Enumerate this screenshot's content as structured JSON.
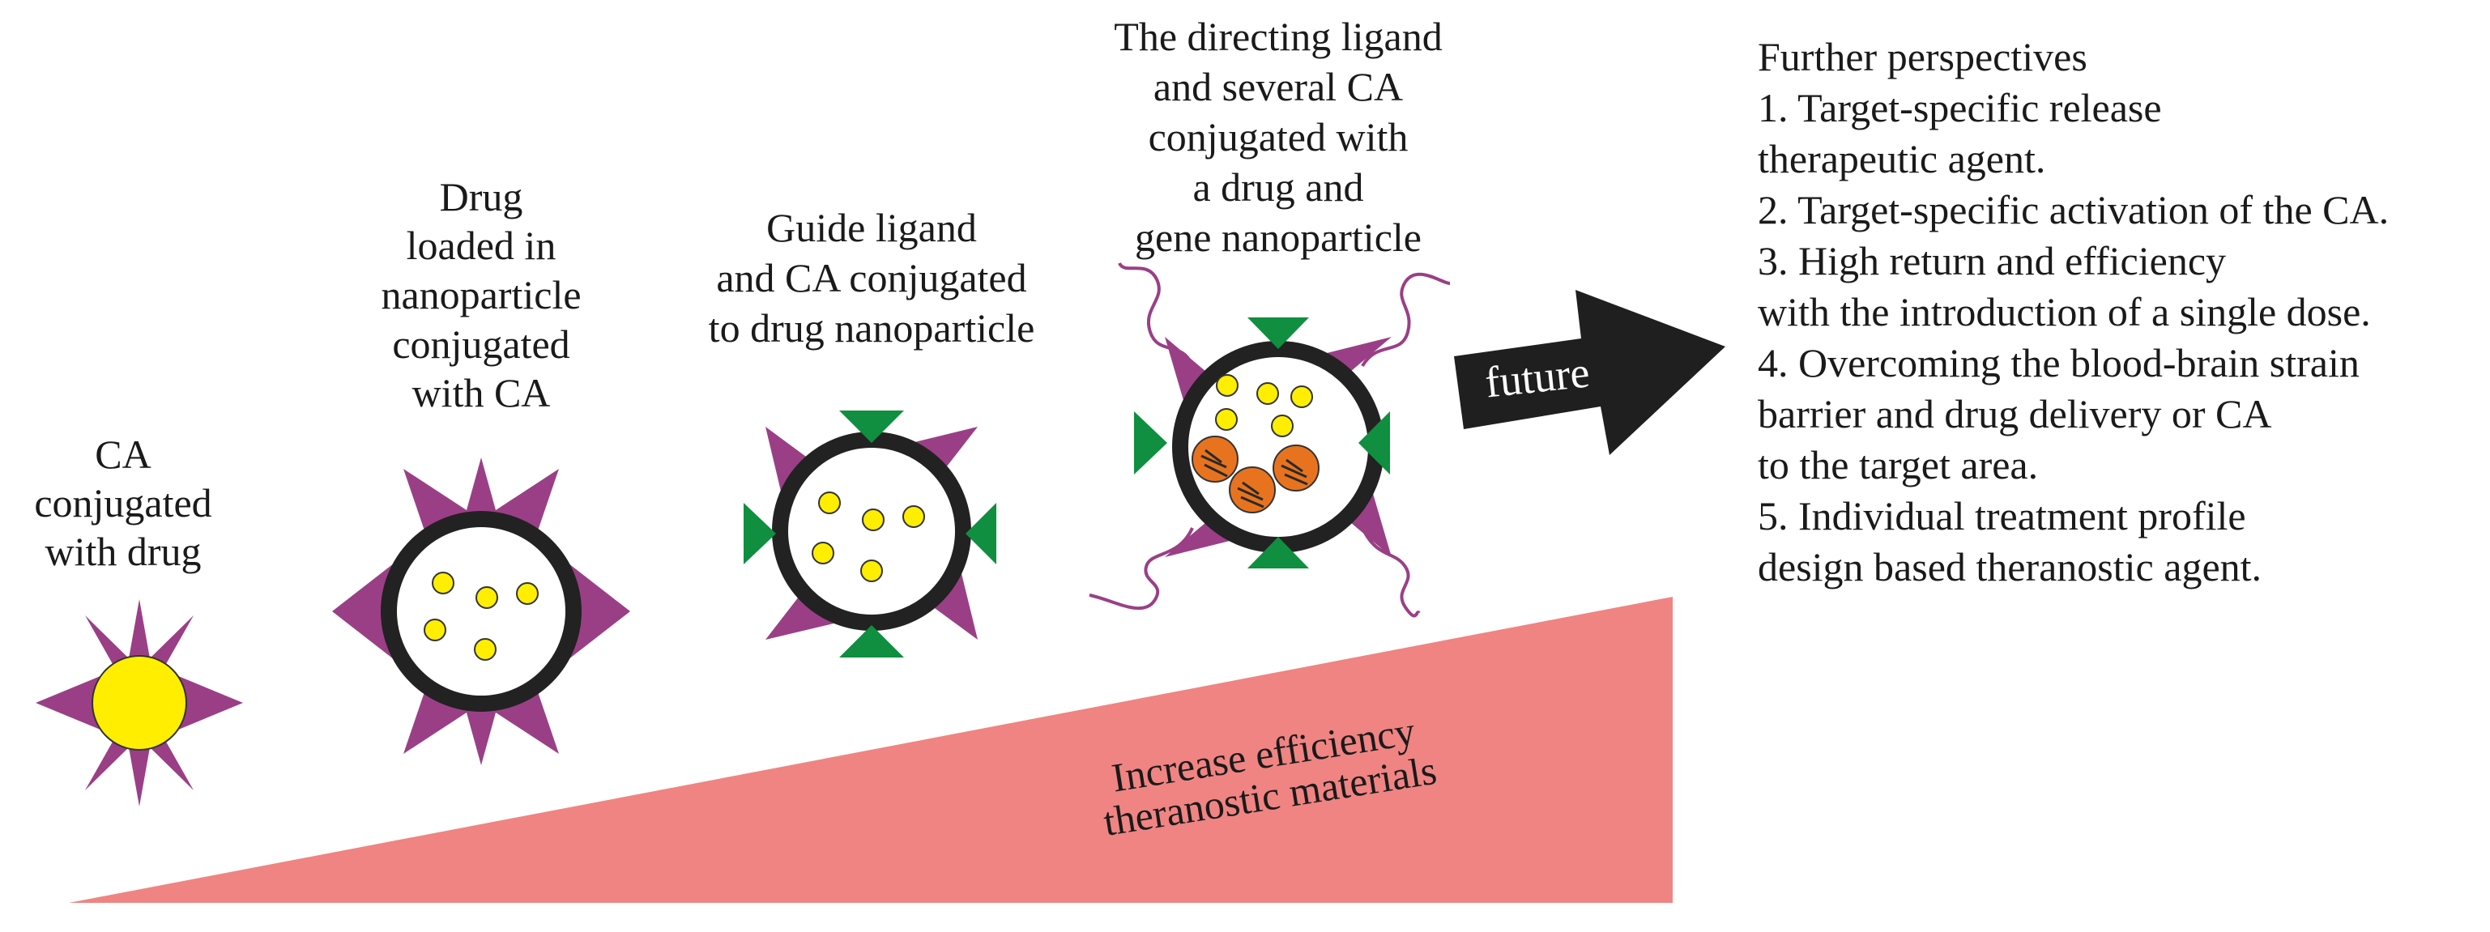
{
  "colors": {
    "star": "#9a3f86",
    "core": "#ffee00",
    "ring": "#222222",
    "guide": "#0f8f3f",
    "gene": "#e8731f",
    "wedge": "#ef8483",
    "arrow": "#1f1f1f"
  },
  "stages": [
    {
      "lines": [
        "CA",
        "conjugated",
        "with drug"
      ]
    },
    {
      "lines": [
        "Drug",
        "loaded in",
        "nanoparticle",
        "conjugated",
        "with CA"
      ]
    },
    {
      "lines": [
        "Guide ligand",
        "and CA conjugated",
        "to drug nanoparticle"
      ]
    },
    {
      "lines": [
        "The directing ligand",
        "and several CA",
        "conjugated with",
        "a drug and",
        "gene nanoparticle"
      ]
    }
  ],
  "arrow": {
    "label": "future"
  },
  "wedge": {
    "lines": [
      "Increase efficiency",
      "theranostic materials"
    ]
  },
  "perspectives": {
    "title": "Further perspectives",
    "lines": [
      "1. Target-specific release",
      "therapeutic agent.",
      "2. Target-specific activation of the CA.",
      "3. High return and efficiency",
      "with the introduction of a single dose.",
      "4. Overcoming the blood-brain strain",
      "barrier and drug delivery or CA",
      "to the target area.",
      "5. Individual treatment profile",
      "design based theranostic agent."
    ]
  }
}
